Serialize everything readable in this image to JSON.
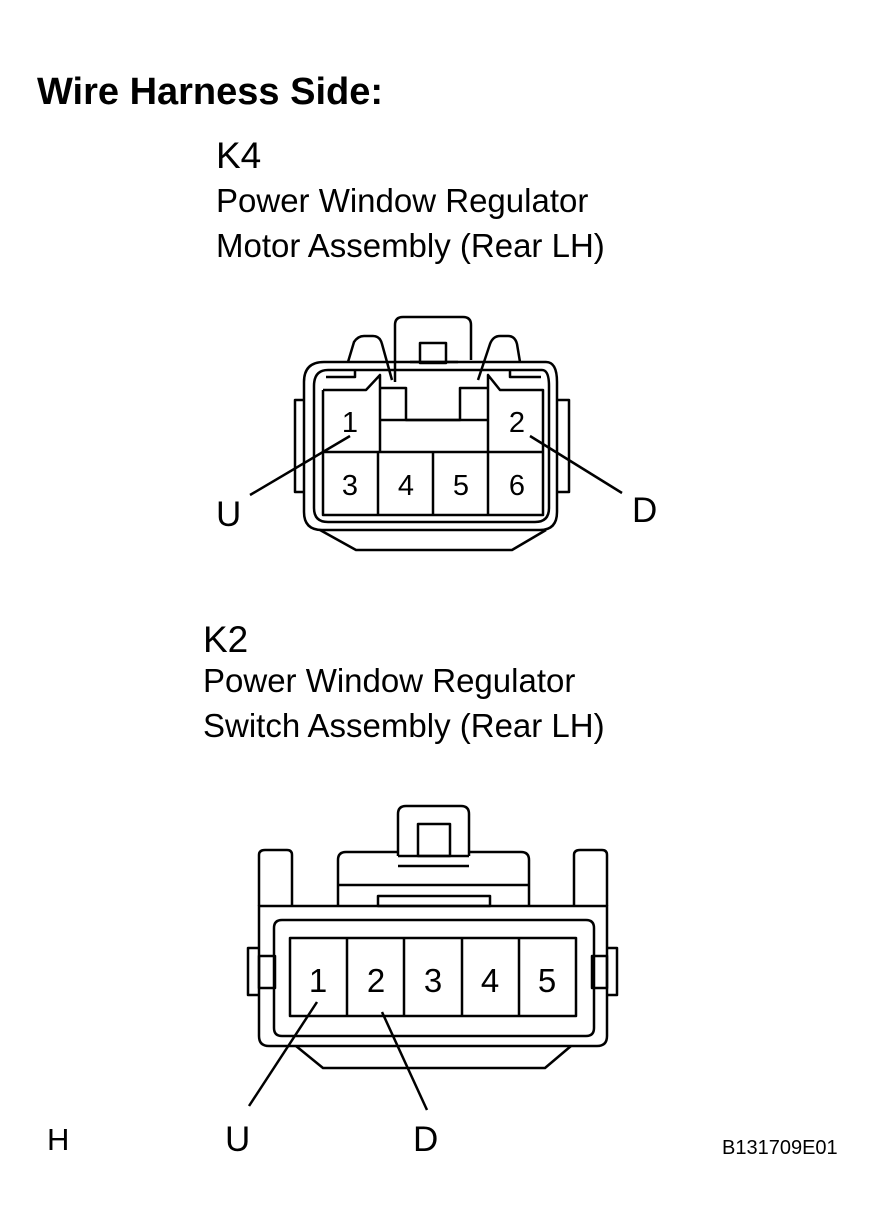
{
  "header": {
    "title": "Wire Harness Side:"
  },
  "connectors": [
    {
      "id": "K4",
      "name_line1": "Power Window Regulator",
      "name_line2": "Motor Assembly (Rear LH)",
      "pins": [
        "1",
        "2",
        "3",
        "4",
        "5",
        "6"
      ],
      "labels": [
        {
          "pin": "1",
          "text": "U"
        },
        {
          "pin": "2",
          "text": "D"
        }
      ]
    },
    {
      "id": "K2",
      "name_line1": "Power Window Regulator",
      "name_line2": "Switch Assembly (Rear LH)",
      "pins": [
        "1",
        "2",
        "3",
        "4",
        "5"
      ],
      "labels": [
        {
          "pin": "1",
          "text": "U"
        },
        {
          "pin": "2",
          "text": "D"
        }
      ]
    }
  ],
  "footer": {
    "label": "H",
    "code": "B131709E01"
  }
}
